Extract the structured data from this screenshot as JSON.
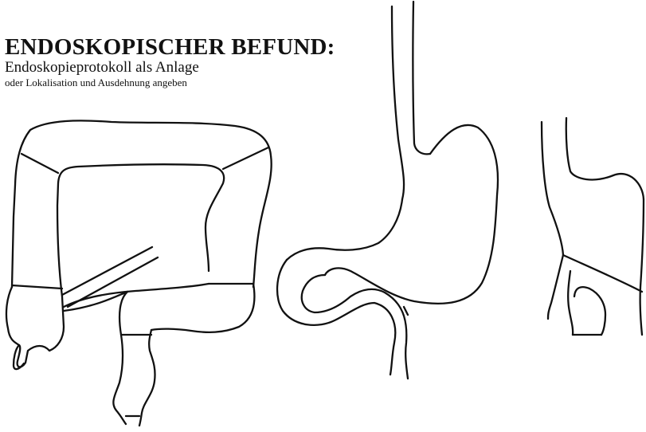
{
  "header": {
    "title": "ENDOSKOPISCHER BEFUND:",
    "subtitle": "Endoskopieprotokoll als Anlage",
    "subsubtitle": "oder Lokalisation und Ausdehnung angeben"
  },
  "colors": {
    "ink": "#111111",
    "background": "#ffffff"
  }
}
